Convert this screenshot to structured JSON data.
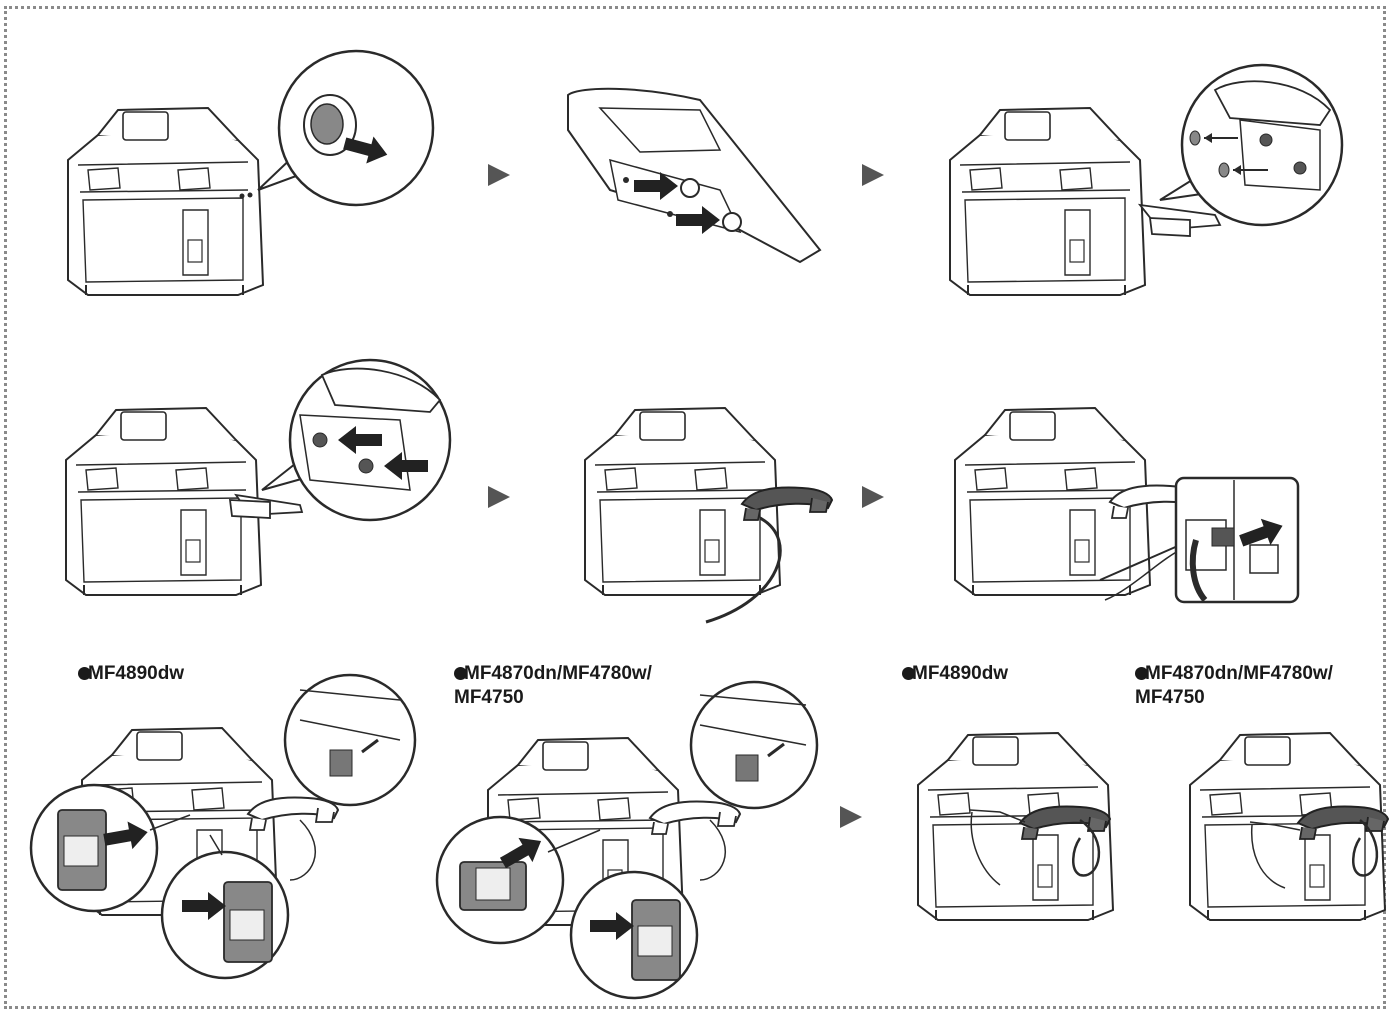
{
  "labels": {
    "step7_left_model": "MF4890dw",
    "step7_right_model_line1": "MF4870dn/MF4780w/",
    "step7_right_model_line2": "MF4750",
    "step8_left_model": "MF4890dw",
    "step8_right_model_line1": "MF4870dn/MF4780w/",
    "step8_right_model_line2": "MF4750"
  },
  "icons": [
    "step-arrow-icon",
    "push-arrow-icon",
    "screw-icon",
    "cable-icon",
    "handset-icon",
    "phone-jack-icon"
  ],
  "colors": {
    "line": "#2a2a2a",
    "fill": "#ffffff",
    "dark": "#555555",
    "border": "#8a8a8a"
  }
}
